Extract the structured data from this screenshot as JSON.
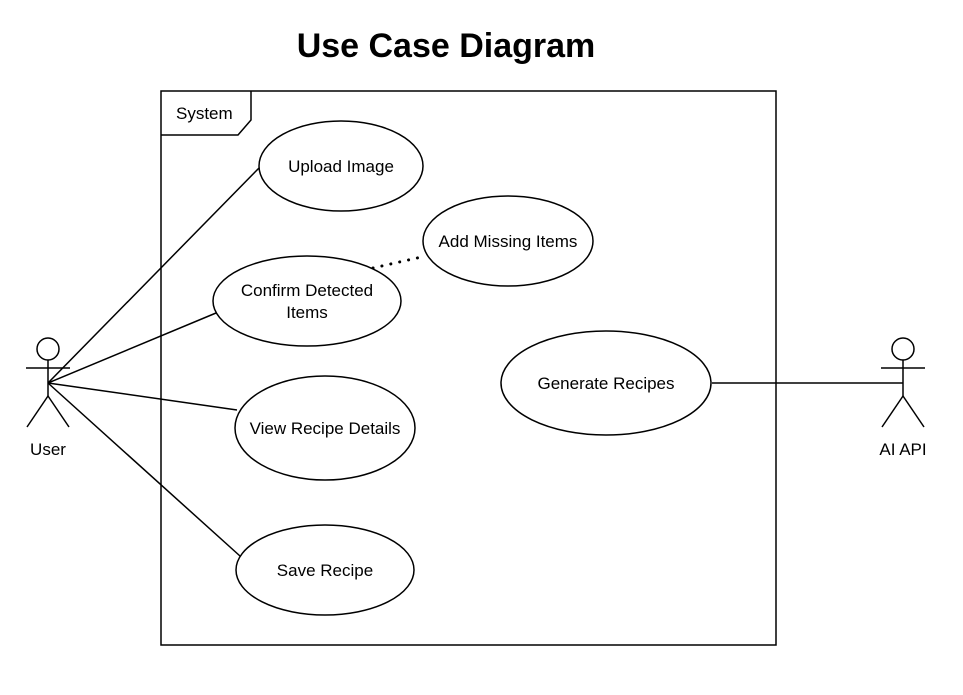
{
  "title": "Use Case Diagram",
  "system": {
    "label": "System"
  },
  "actors": {
    "user": {
      "label": "User"
    },
    "ai_api": {
      "label": "AI API"
    }
  },
  "use_cases": {
    "upload_image": {
      "label": "Upload Image"
    },
    "add_missing_items": {
      "label": "Add Missing Items"
    },
    "confirm_detected_items": {
      "line1": "Confirm Detected",
      "line2": "Items"
    },
    "generate_recipes": {
      "label": "Generate Recipes"
    },
    "view_recipe_details": {
      "label": "View Recipe Details"
    },
    "save_recipe": {
      "label": "Save Recipe"
    }
  }
}
